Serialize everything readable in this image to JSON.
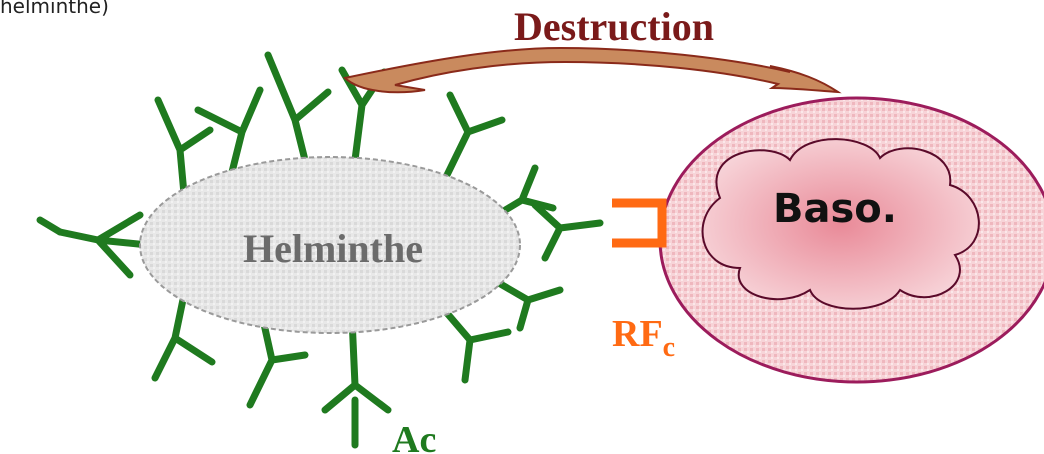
{
  "top_fragment": "helminthe)",
  "labels": {
    "destruction": "Destruction",
    "helminth": "Helminthe",
    "basophil": "Baso.",
    "receptor": "RF",
    "receptor_subscript": "c",
    "antibody": "Ac"
  },
  "colors": {
    "antibody": "#1f7a1f",
    "receptor": "#ff6a13",
    "destruction_text": "#7a1a1a",
    "arrow_fill": "#c98a5e",
    "arrow_stroke": "#8a2a1a",
    "helminth_fill": "#e6e6e6",
    "helminth_stroke": "#9a9a9a",
    "helminth_text": "#666666",
    "basophil_fill": "#f6cfd3",
    "basophil_stroke": "#9c1c5c",
    "cloud_fill": "#eea2ad",
    "cloud_stroke": "#5a0a2a"
  }
}
